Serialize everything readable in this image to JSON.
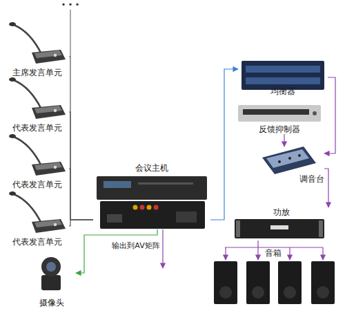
{
  "diagram": {
    "nodes": [
      {
        "text": [
          "主席发言单元"
        ]
      },
      {
        "text": [
          "代表发言单元"
        ]
      },
      {
        "text": [
          "代表发言单元"
        ]
      },
      {
        "text": [
          "代表发言单元"
        ]
      },
      {
        "text": [
          "会议主机"
        ]
      },
      {
        "text": [
          "均衡器"
        ]
      },
      {
        "text": [
          "反馈抑制器"
        ]
      },
      {
        "text": [
          "调音台"
        ]
      },
      {
        "text": [
          "功放"
        ]
      },
      {
        "text": [
          "音箱"
        ]
      },
      {
        "text": [
          "摄像头"
        ]
      }
    ],
    "edges": [
      {
        "from": 0,
        "to": 4,
        "arrow": "none"
      },
      {
        "from": 1,
        "to": 4,
        "arrow": "none"
      },
      {
        "from": 2,
        "to": 4,
        "arrow": "none"
      },
      {
        "from": 3,
        "to": 4,
        "arrow": "none"
      },
      {
        "from": 4,
        "to": 5,
        "arrow": "to"
      },
      {
        "from": 5,
        "to": 7,
        "arrow": "to"
      },
      {
        "from": 6,
        "to": 7,
        "arrow": "to"
      },
      {
        "from": 7,
        "to": 8,
        "arrow": "to"
      },
      {
        "from": 8,
        "to": 9,
        "arrow": "to"
      },
      {
        "from": 4,
        "to": 10,
        "arrow": "to"
      }
    ],
    "labels": [
      "• • •",
      "输出到AV矩阵"
    ]
  }
}
